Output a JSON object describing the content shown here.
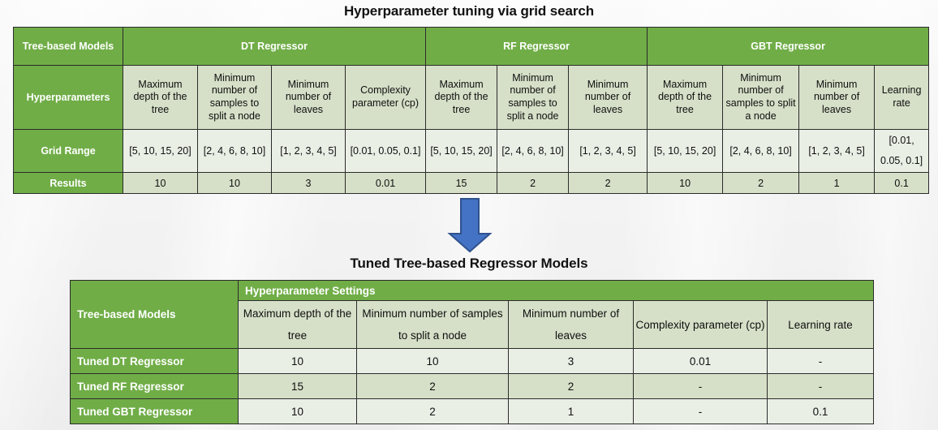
{
  "slide": {
    "title_top": "Hyperparameter tuning via grid search",
    "title_bottom": "Tuned Tree-based Regressor Models",
    "accent_green": "#70AD47",
    "row_light": "#EAEFE6",
    "row_dark": "#D6E0C8",
    "arrow_fill": "#4472C4",
    "arrow_stroke": "#2F528F"
  },
  "grid_table": {
    "row_labels": {
      "models": "Tree-based Models",
      "hyperparameters": "Hyperparameters",
      "grid_range": "Grid Range",
      "results": "Results"
    },
    "groups": [
      {
        "name": "DT Regressor",
        "span": 4
      },
      {
        "name": "RF Regressor",
        "span": 3
      },
      {
        "name": "GBT Regressor",
        "span": 4
      }
    ],
    "columns": [
      "Maximum depth of the tree",
      "Minimum number of samples to split a node",
      "Minimum number of leaves",
      "Complexity parameter (cp)",
      "Maximum depth of the tree",
      "Minimum number of samples to split a node",
      "Minimum number of leaves",
      "Maximum depth of the tree",
      "Minimum number of samples to split a node",
      "Minimum number of leaves",
      "Learning rate"
    ],
    "grid_range": [
      "[5, 10, 15, 20]",
      "[2, 4, 6, 8, 10]",
      "[1, 2, 3, 4, 5]",
      "[0.01, 0.05, 0.1]",
      "[5, 10, 15, 20]",
      "[2, 4, 6, 8, 10]",
      "[1, 2, 3, 4, 5]",
      "[5, 10, 15, 20]",
      "[2, 4, 6, 8, 10]",
      "[1, 2, 3, 4, 5]",
      "[0.01, 0.05, 0.1]"
    ],
    "results": [
      "10",
      "10",
      "3",
      "0.01",
      "15",
      "2",
      "2",
      "10",
      "2",
      "1",
      "0.1"
    ]
  },
  "tuned_table": {
    "settings_header": "Hyperparameter Settings",
    "models_header": "Tree-based Models",
    "columns": [
      "Maximum depth of the tree",
      "Minimum number of samples to split a node",
      "Minimum number of leaves",
      "Complexity parameter (cp)",
      "Learning rate"
    ],
    "rows": [
      {
        "model": "Tuned DT Regressor",
        "values": [
          "10",
          "10",
          "3",
          "0.01",
          "-"
        ]
      },
      {
        "model": "Tuned RF Regressor",
        "values": [
          "15",
          "2",
          "2",
          "-",
          "-"
        ]
      },
      {
        "model": "Tuned GBT Regressor",
        "values": [
          "10",
          "2",
          "1",
          "-",
          "0.1"
        ]
      }
    ]
  },
  "arrow": {
    "name": "down-arrow"
  }
}
